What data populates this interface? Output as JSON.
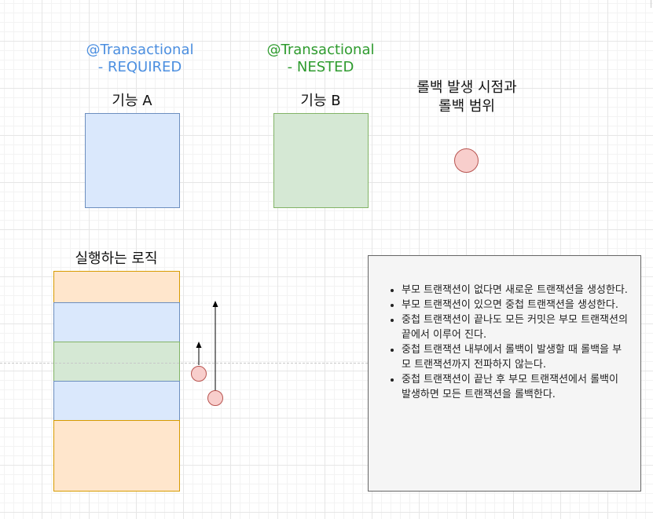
{
  "columns": {
    "a": {
      "annotation_line1": "@Transactional",
      "annotation_line2": "- REQUIRED",
      "label": "기능 A",
      "color": "#4c8fe0"
    },
    "b": {
      "annotation_line1": "@Transactional",
      "annotation_line2": "- NESTED",
      "label": "기능 B",
      "color": "#2e9b2e"
    },
    "rollback": {
      "label_line1": "롤백 발생 시점과",
      "label_line2": "롤백 범위"
    }
  },
  "logic": {
    "label": "실행하는 로직"
  },
  "notes": {
    "items": [
      "부모 트랜잭션이 없다면 새로운 트랜잭션을 생성한다.",
      "부모 트랜잭션이 있으면 중첩 트랜잭션을 생성한다.",
      "중첩 트랜잭션이 끝나도 모든 커밋은 부모 트랜잭션의 끝에서 이루어 진다.",
      "중첩 트랜잭션 내부에서 롤백이 발생할 때 롤백을 부모 트랜잭션까지 전파하지 않는다.",
      "중첩 트랜잭션이 끝난 후 부모 트랜잭션에서 롤백이 발생하면 모든 트랜잭션을 롤백한다."
    ]
  }
}
